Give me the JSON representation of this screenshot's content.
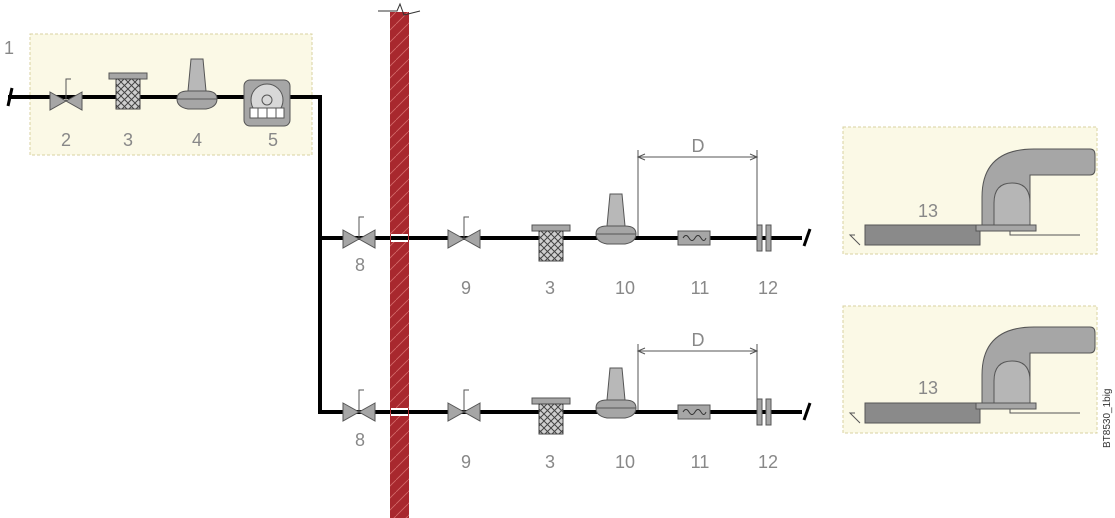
{
  "colors": {
    "pipe": "#000000",
    "panel_fill": "#fbf9e6",
    "panel_border": "#d8d2a0",
    "wall_fill": "#a8282e",
    "component_fill": "#a6a6a6",
    "component_stroke": "#555555",
    "label": "#888888"
  },
  "diagram": {
    "labels": {
      "l1": "1",
      "l2": "2",
      "l3a": "3",
      "l4": "4",
      "l5": "5",
      "l8a": "8",
      "l9a": "9",
      "l3b": "3",
      "l10a": "10",
      "l11a": "11",
      "l12a": "12",
      "l8b": "8",
      "l9b": "9",
      "l3c": "3",
      "l10b": "10",
      "l11b": "11",
      "l12b": "12",
      "l13a": "13",
      "l13b": "13",
      "da": "D",
      "db": "D"
    },
    "code": "BT8530_1big"
  }
}
